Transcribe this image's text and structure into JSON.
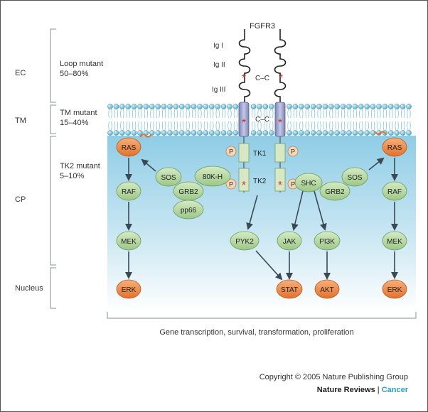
{
  "receptor": {
    "name": "FGFR3",
    "ig1": "Ig I",
    "ig2": "Ig II",
    "ig3": "Ig III",
    "disulfide_ec": "C–C",
    "disulfide_tm": "C–C",
    "tk1": "TK1",
    "tk2": "TK2",
    "phospho": "P"
  },
  "regions": {
    "ec": "EC",
    "tm": "TM",
    "cp": "CP",
    "nucleus": "Nucleus"
  },
  "mutants": {
    "loop_title": "Loop mutant",
    "loop_freq": "50–80%",
    "tm_title": "TM mutant",
    "tm_freq": "15–40%",
    "tk2_title": "TK2 mutant",
    "tk2_freq": "5–10%"
  },
  "left_branch": {
    "ras": "RAS",
    "raf": "RAF",
    "mek": "MEK",
    "erk": "ERK",
    "sos": "SOS",
    "grb2": "GRB2",
    "k80h": "80K-H",
    "pp66": "pp66"
  },
  "center_branch": {
    "pyk2": "PYK2",
    "jak": "JAK",
    "pi3k": "PI3K",
    "stat": "STAT",
    "akt": "AKT",
    "shc": "SHC"
  },
  "right_branch": {
    "sos": "SOS",
    "grb2": "GRB2",
    "ras": "RAS",
    "raf": "RAF",
    "mek": "MEK",
    "erk": "ERK"
  },
  "outcome": "Gene transcription, survival, transformation, proliferation",
  "credits": {
    "copyright": "Copyright © 2005 Nature Publishing Group",
    "journal": "Nature Reviews",
    "separator": " | ",
    "section": "Cancer"
  },
  "colors": {
    "orange_node": "#f08c4a",
    "green_node": "#b9d9a4",
    "mutation_star": "#e0302a",
    "membrane_head": "#6fb8d6",
    "tm_segment": "#9aa4c8",
    "kinase_box": "#d7e8c4",
    "section_accent": "#2a9fd6"
  }
}
